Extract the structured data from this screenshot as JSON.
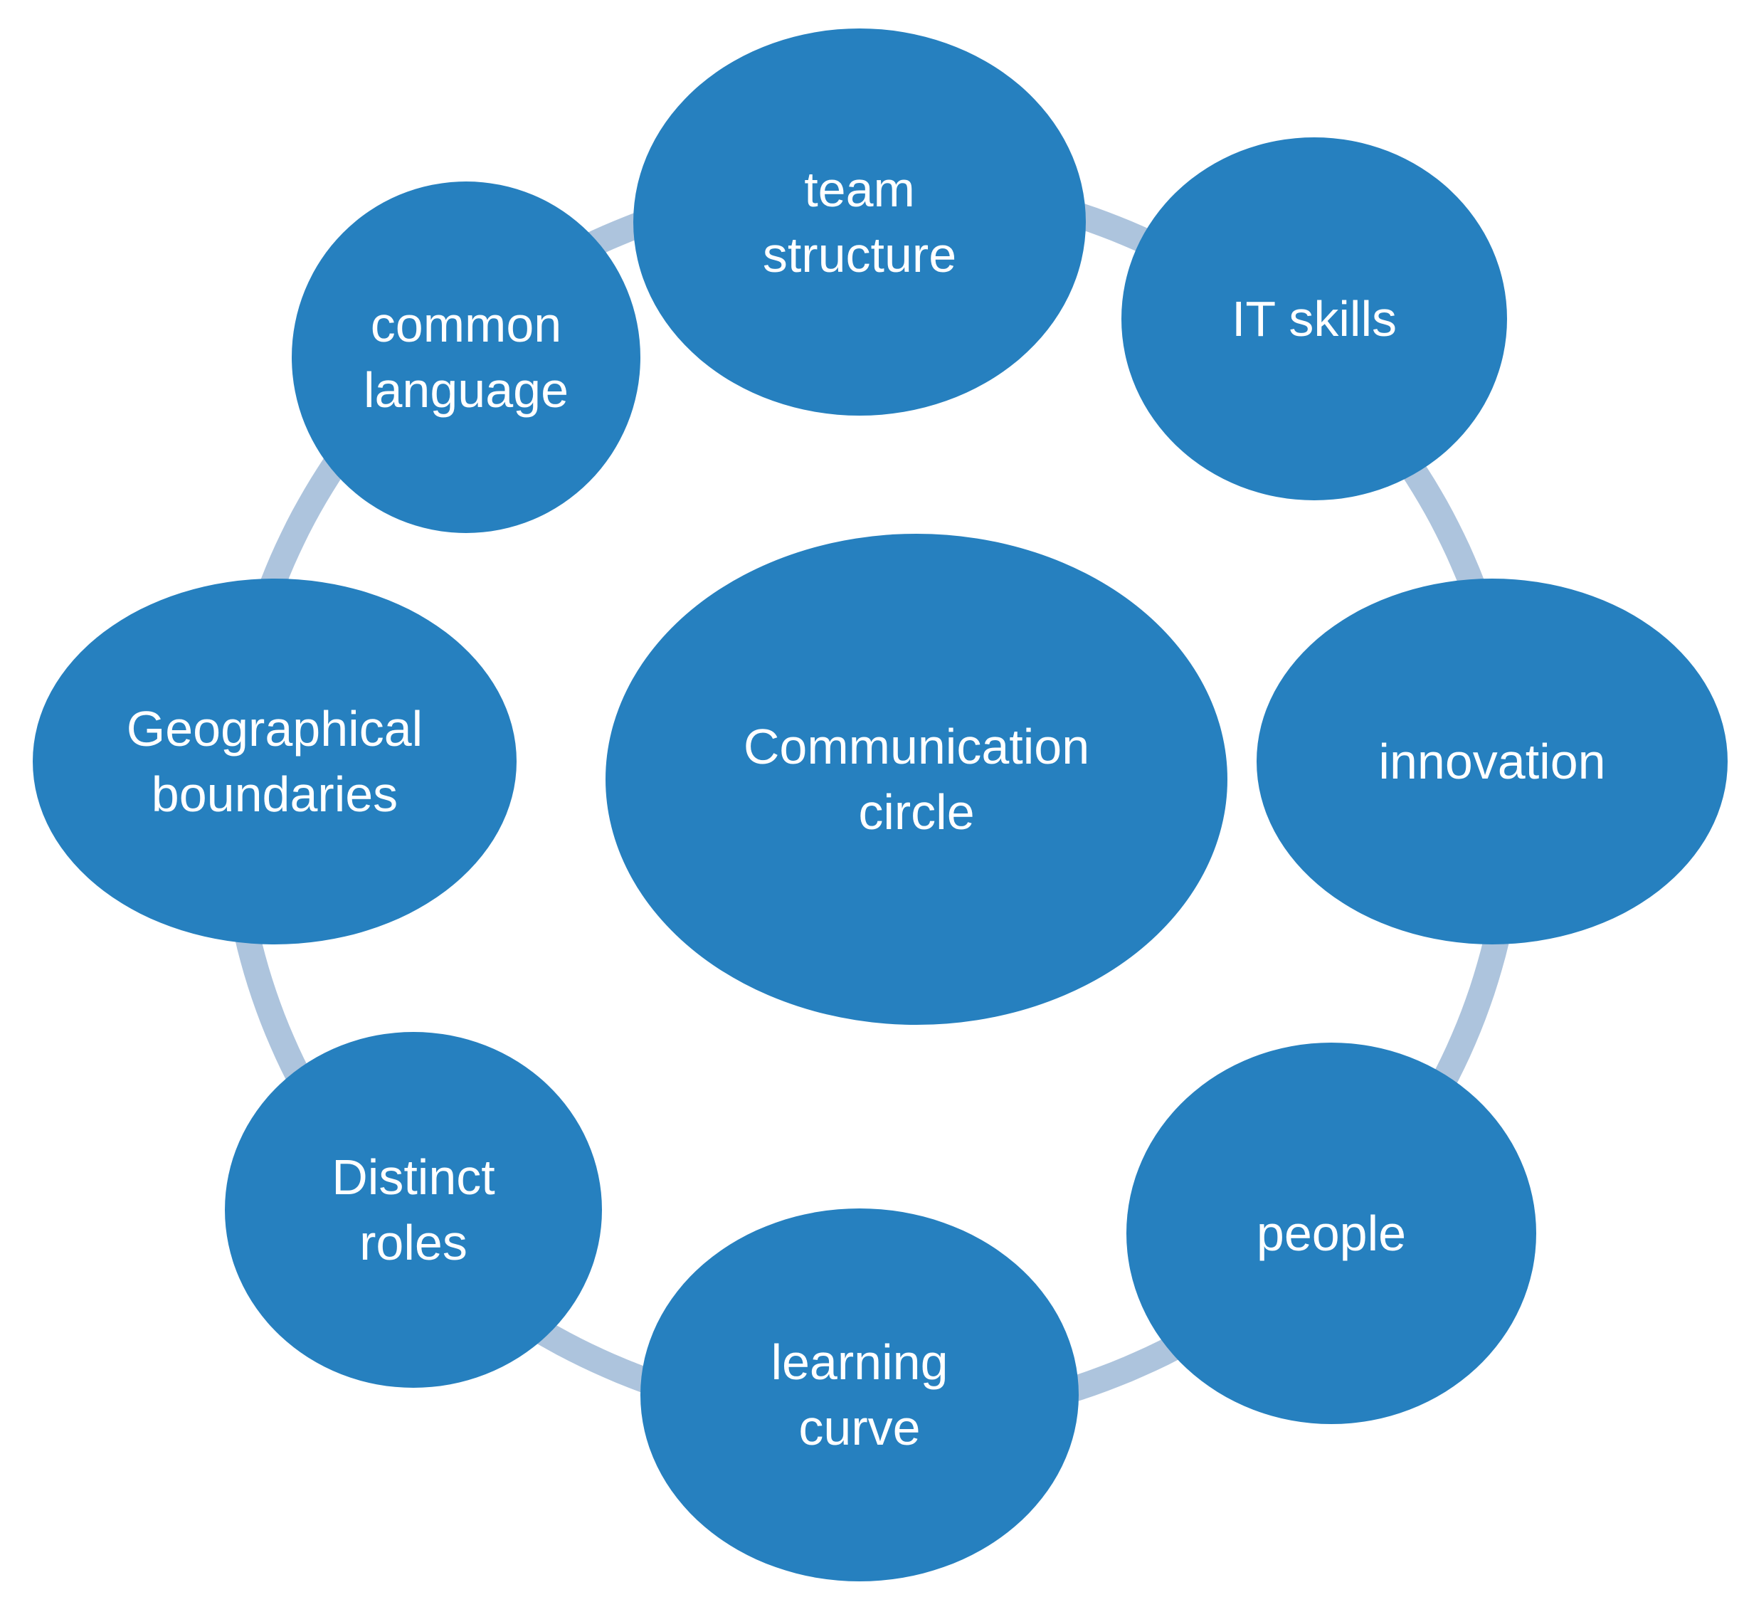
{
  "colors": {
    "node_fill": "#2680bf",
    "connector": "#adc4dd",
    "node_text": "#ffffff",
    "background": "#ffffff"
  },
  "center": {
    "id": "communication-circle",
    "lines": [
      "Communication",
      "circle"
    ]
  },
  "nodes": [
    {
      "id": "team-structure",
      "lines": [
        "team",
        "structure"
      ]
    },
    {
      "id": "it-skills",
      "lines": [
        "IT skills"
      ]
    },
    {
      "id": "innovation",
      "lines": [
        "innovation"
      ]
    },
    {
      "id": "people",
      "lines": [
        "people"
      ]
    },
    {
      "id": "learning-curve",
      "lines": [
        "learning",
        "curve"
      ]
    },
    {
      "id": "distinct-roles",
      "lines": [
        "Distinct",
        "roles"
      ]
    },
    {
      "id": "geographical-boundaries",
      "lines": [
        "Geographical",
        "boundaries"
      ]
    },
    {
      "id": "common-language",
      "lines": [
        "common",
        "language"
      ]
    }
  ]
}
